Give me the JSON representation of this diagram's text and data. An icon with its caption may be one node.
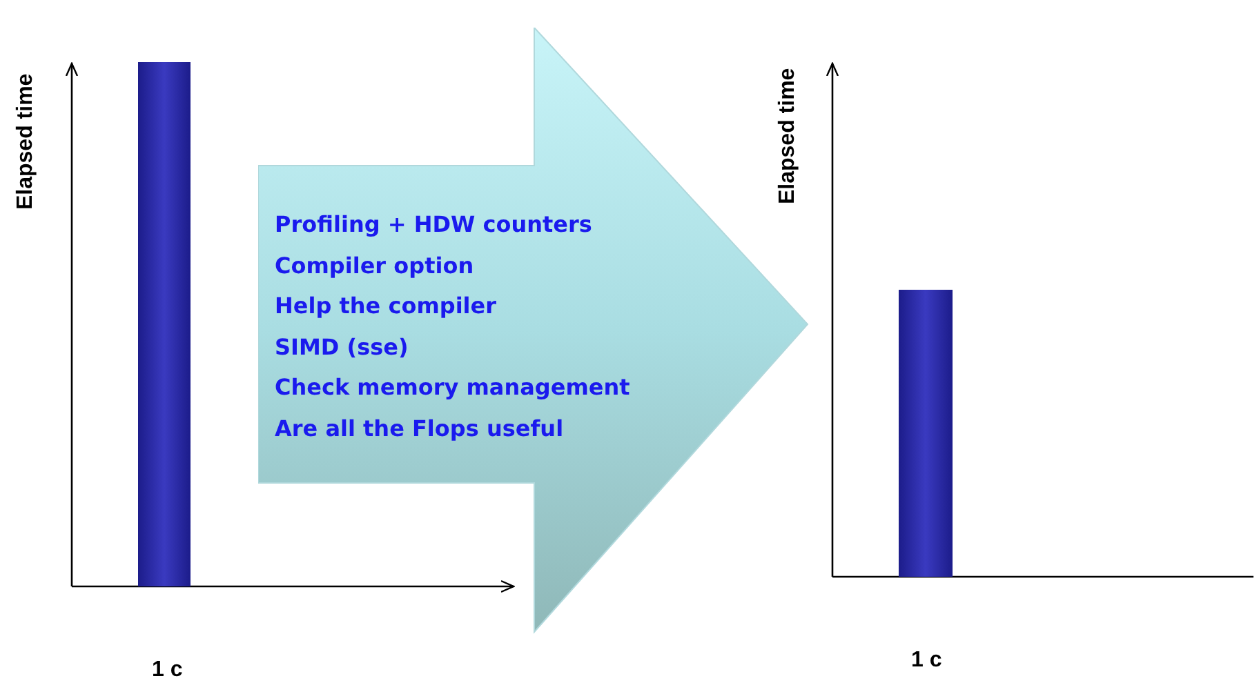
{
  "diagram": {
    "nodes": [
      {
        "text": [
          "Profiling + HDW counters",
          "Compiler option",
          "Help the compiler",
          "SIMD (sse)",
          "Check memory management",
          "Are all the Flops useful"
        ]
      }
    ],
    "labels": [
      "Elapsed time",
      "1 c",
      "Elapsed time",
      "1 c"
    ]
  }
}
